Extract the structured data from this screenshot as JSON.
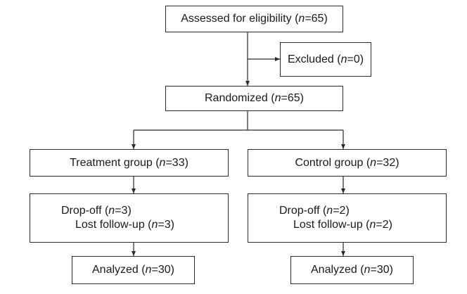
{
  "flowchart": {
    "assessed": {
      "label": "Assessed for eligibility",
      "n": "65"
    },
    "excluded": {
      "label": "Excluded",
      "n": "0"
    },
    "randomized": {
      "label": "Randomized",
      "n": "65"
    },
    "treatment": {
      "group": {
        "label": "Treatment group",
        "n": "33"
      },
      "dropoff": {
        "label": "Drop-off",
        "n": "3"
      },
      "lost": {
        "label": "Lost follow-up",
        "n": "3"
      },
      "analyzed": {
        "label": "Analyzed",
        "n": "30"
      }
    },
    "control": {
      "group": {
        "label": "Control group",
        "n": "32"
      },
      "dropoff": {
        "label": "Drop-off",
        "n": "2"
      },
      "lost": {
        "label": "Lost follow-up",
        "n": "2"
      },
      "analyzed": {
        "label": "Analyzed",
        "n": "30"
      }
    },
    "n_symbol": "n",
    "colors": {
      "line": "#2a2a2a",
      "box_border": "#2a2a2a",
      "background": "#ffffff"
    }
  }
}
